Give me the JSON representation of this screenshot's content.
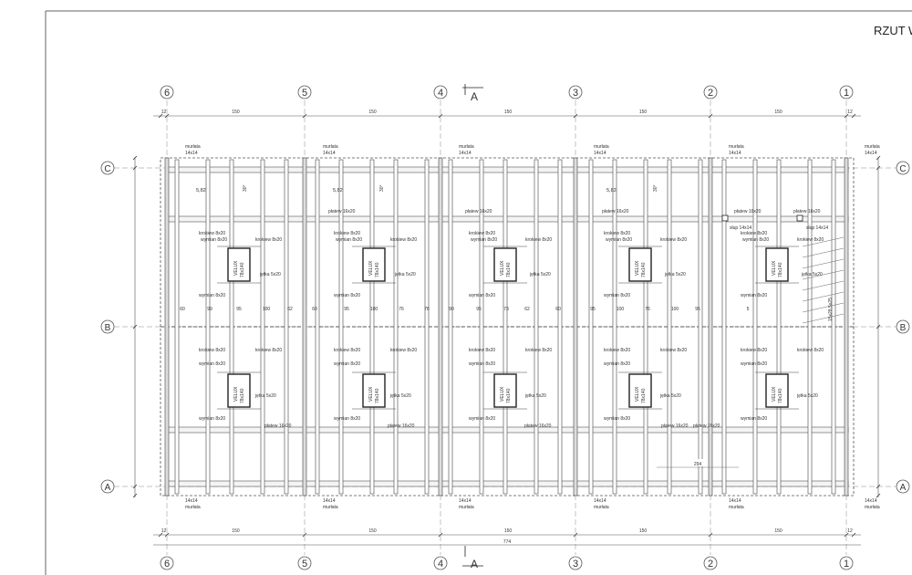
{
  "title": "RZUT W",
  "section_mark": "A",
  "grid_columns": [
    "6",
    "5",
    "4",
    "3",
    "2",
    "1"
  ],
  "grid_rows": [
    "C",
    "B",
    "A"
  ],
  "dimensions": {
    "top": [
      "12",
      "150",
      "150",
      "150",
      "150",
      "150",
      "12"
    ],
    "bottom": [
      "12",
      "150",
      "150",
      "150",
      "150",
      "150",
      "12"
    ],
    "total": "774",
    "interior": "294"
  },
  "labels": {
    "murlata": "murłata",
    "murlata_size": "14x14",
    "platew": "płatew 16x20",
    "krokiew": "krokiew 8x20",
    "wymian": "wymian 8x20",
    "jetka": "jętka 5x20",
    "slup": "słup 14x14",
    "velux": "VELUX",
    "velux_size": "78x140",
    "height": "5,82",
    "angle": "30°",
    "stairs": "15x28,5x25"
  },
  "spacings": [
    "60",
    "99",
    "95",
    "100",
    "62",
    "60",
    "95",
    "100",
    "76",
    "78",
    "90",
    "95",
    "73",
    "62",
    "60",
    "95",
    "100",
    "76",
    "100",
    "95",
    "5"
  ]
}
